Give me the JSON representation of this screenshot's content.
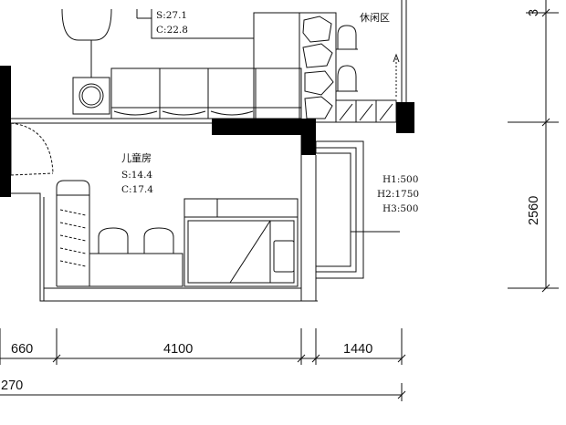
{
  "rooms": {
    "top_room": {
      "area": "S:27.1",
      "perimeter": "C:22.8"
    },
    "lounge": {
      "name": "休闲区"
    },
    "kids_room": {
      "name": "儿童房",
      "area": "S:14.4",
      "perimeter": "C:17.4"
    }
  },
  "cabinet_heights": {
    "h1": "H1:500",
    "h2": "H2:1750",
    "h3": "H3:500"
  },
  "dimensions": {
    "bottom_660": "660",
    "bottom_4100": "4100",
    "bottom_1440": "1440",
    "overall_partial": "270",
    "right_2560": "2560",
    "top_right_partial": "3"
  },
  "colors": {
    "wall_fill": "#000000",
    "line": "#111111",
    "background": "#ffffff"
  }
}
